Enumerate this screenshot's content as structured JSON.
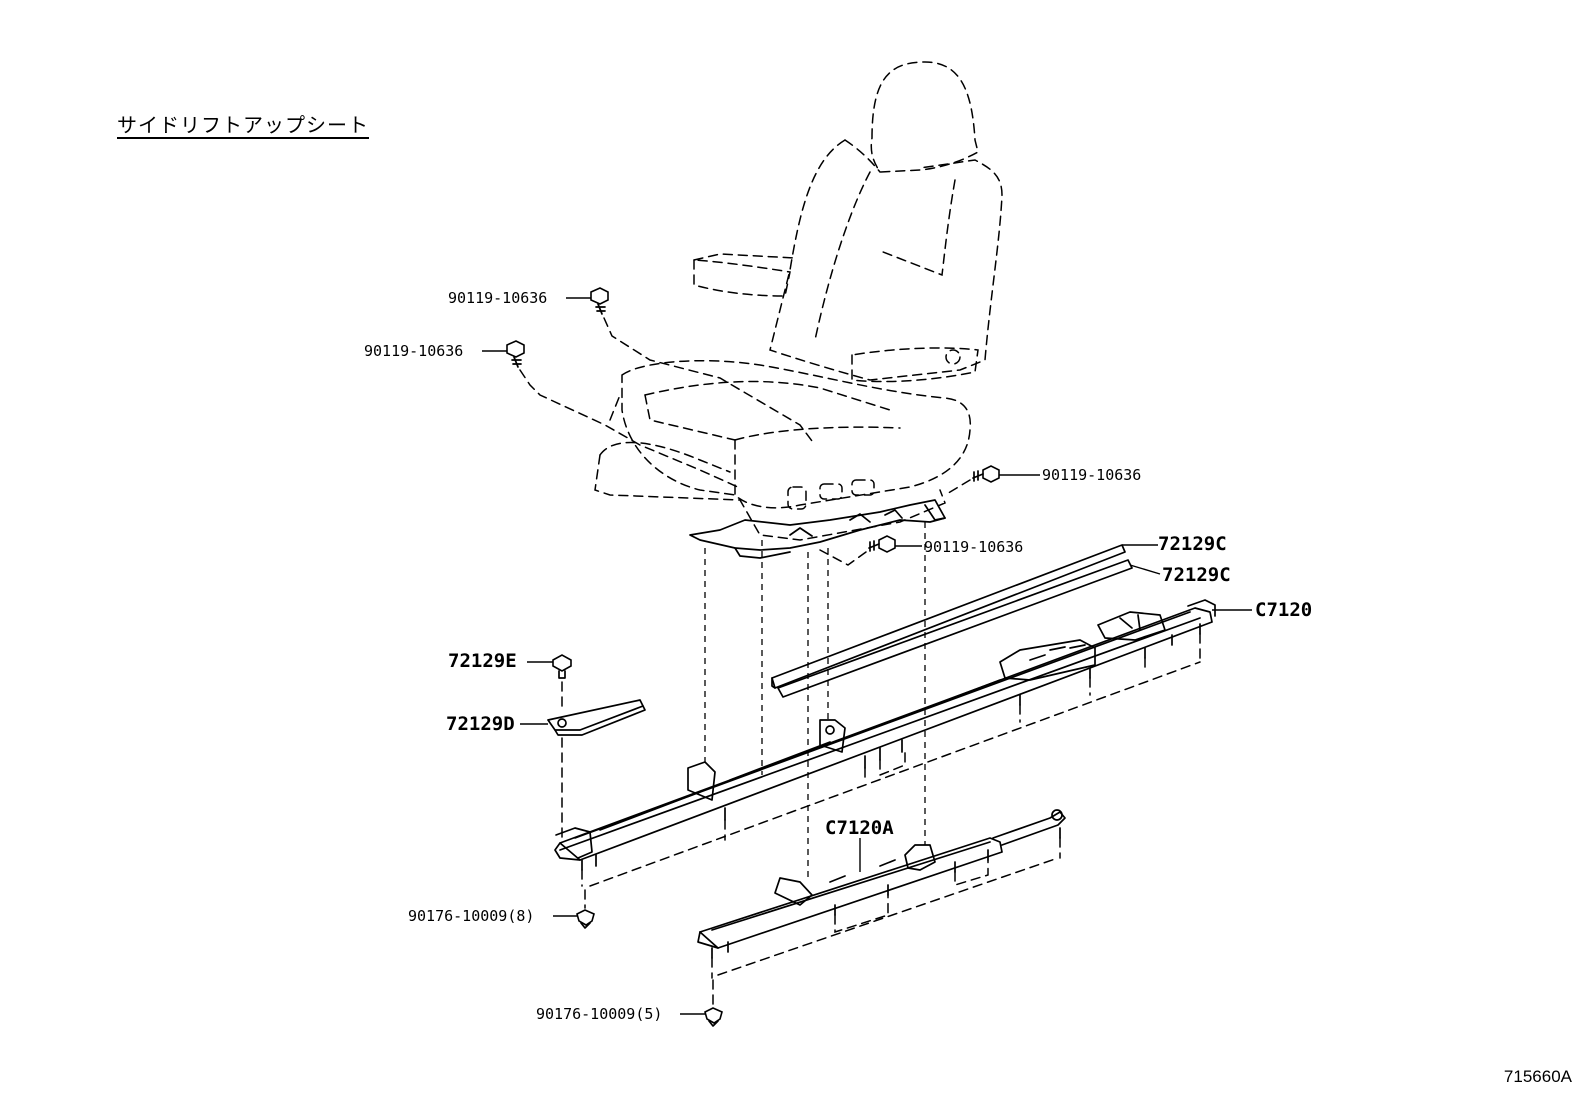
{
  "title": "サイドリフトアップシート",
  "reference_code": "715660A",
  "parts": [
    {
      "id": "bolt-1",
      "label": "90119-10636"
    },
    {
      "id": "bolt-2",
      "label": "90119-10636"
    },
    {
      "id": "bolt-3",
      "label": "90119-10636"
    },
    {
      "id": "bolt-4",
      "label": "90119-10636"
    },
    {
      "id": "rail-cover-1",
      "label": "72129C"
    },
    {
      "id": "rail-cover-2",
      "label": "72129C"
    },
    {
      "id": "seat-track",
      "label": "C7120"
    },
    {
      "id": "screw-e",
      "label": "72129E"
    },
    {
      "id": "cover-d",
      "label": "72129D"
    },
    {
      "id": "seat-track-a",
      "label": "C7120A"
    },
    {
      "id": "nut-8",
      "label": "90176-10009(8)"
    },
    {
      "id": "nut-5",
      "label": "90176-10009(5)"
    }
  ]
}
